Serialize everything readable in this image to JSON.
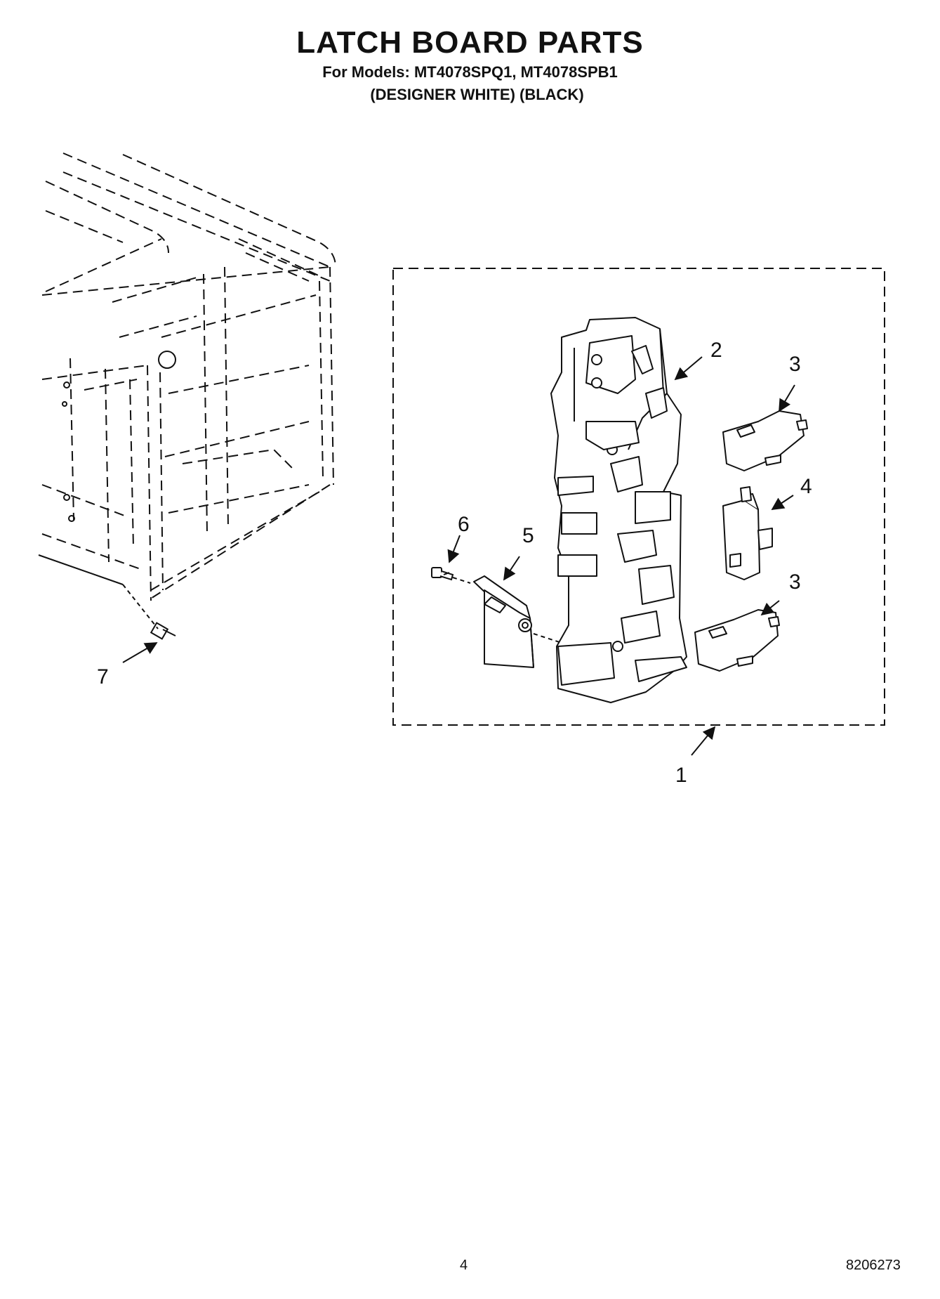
{
  "header": {
    "title": "LATCH BOARD PARTS",
    "models_line": "For Models: MT4078SPQ1, MT4078SPB1",
    "colors_line": "(DESIGNER WHITE)  (BLACK)"
  },
  "callouts": {
    "c1": "1",
    "c2": "2",
    "c3a": "3",
    "c3b": "3",
    "c4": "4",
    "c5": "5",
    "c6": "6",
    "c7": "7"
  },
  "footer": {
    "page_number": "4",
    "document_number": "8206273"
  }
}
